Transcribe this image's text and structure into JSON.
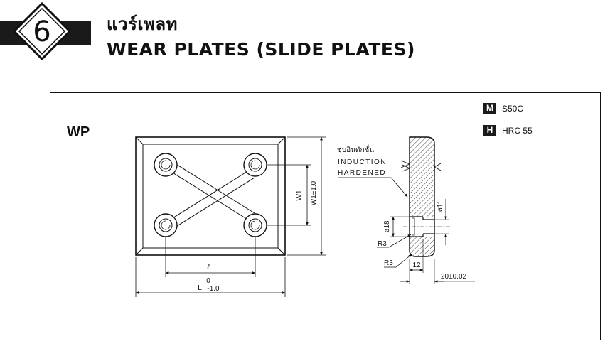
{
  "section": {
    "number": "6"
  },
  "header": {
    "title_th": "แวร์เพลท",
    "title_en": "WEAR PLATES (SLIDE PLATES)"
  },
  "product": {
    "code": "WP"
  },
  "specs": {
    "material_key": "M",
    "material_value": "S50C",
    "hardness_key": "H",
    "hardness_value": "HRC 55"
  },
  "drawing": {
    "label_hardened_th": "ชุบอินดักชั่น",
    "label_induction": "INDUCTION",
    "label_hardened": "HARDENED",
    "dim_ell": "ℓ",
    "dim_l_tol_upper": "0",
    "dim_l": "L",
    "dim_l_tol_lower": "-1.0",
    "dim_w1": "W1",
    "dim_w1_tol": "W1±1.0",
    "dim_dia18": "ø18",
    "dim_dia11": "ø11",
    "dim_r3_upper": "R3",
    "dim_r3_lower": "R3",
    "dim_12": "12",
    "dim_20": "20±0.02"
  }
}
